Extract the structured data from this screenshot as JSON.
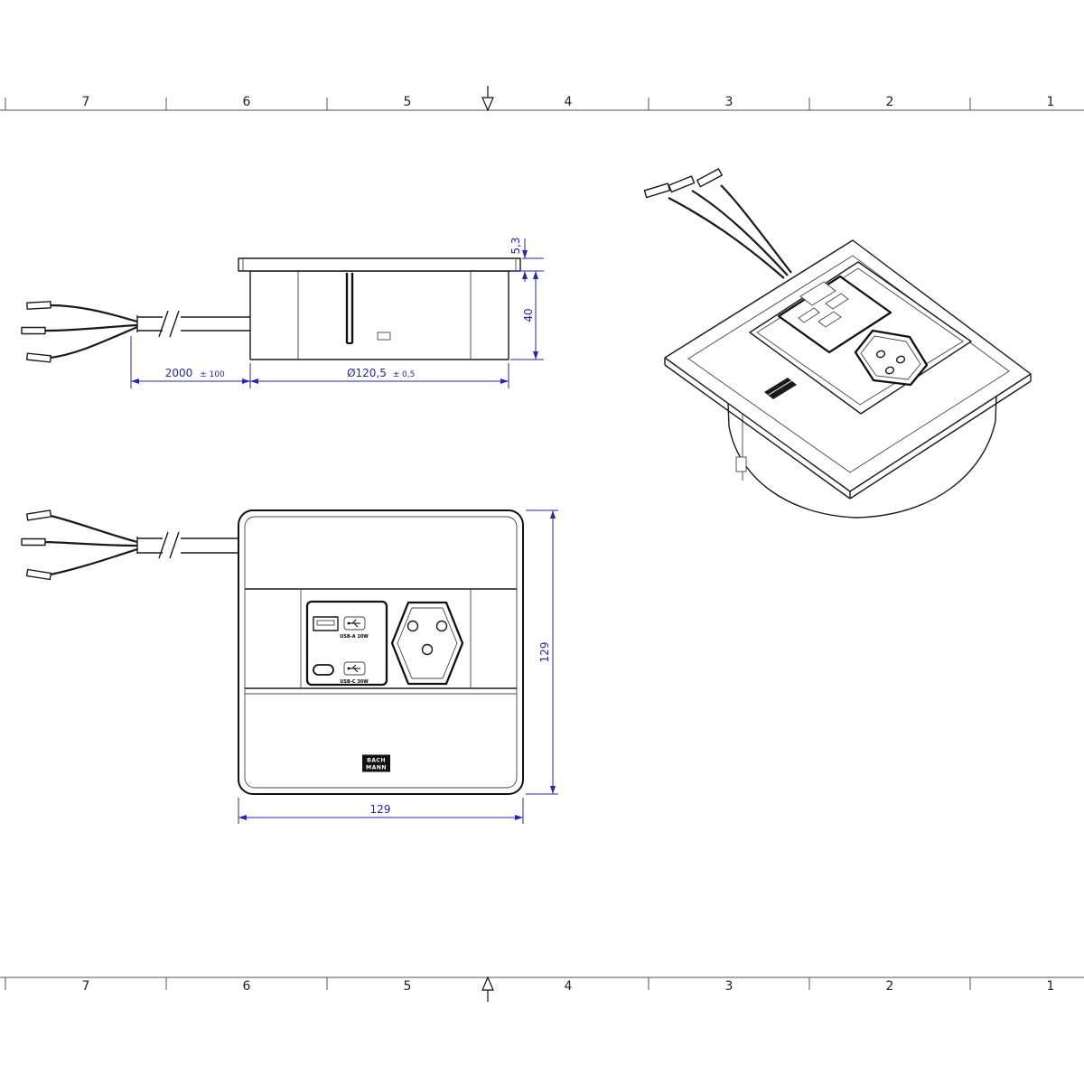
{
  "colors": {
    "dimension_blue": "#2525b8",
    "line_black": "#1a1a1a",
    "background": "#ffffff"
  },
  "ruler": {
    "labels": [
      "7",
      "6",
      "5",
      "4",
      "3",
      "2",
      "1"
    ]
  },
  "side_view": {
    "dim_cable_length": "2000",
    "dim_cable_tolerance": "± 100",
    "dim_diameter": "Ø120,5",
    "dim_diameter_tolerance": "± 0,5",
    "dim_body_height": "40",
    "dim_flange_thickness": "5,3"
  },
  "top_view": {
    "dim_width": "129",
    "dim_height": "129",
    "usb_a_label": "USB-A 10W",
    "usb_c_label": "USB-C 30W",
    "brand_line1": "BACH",
    "brand_line2": "MANN"
  }
}
